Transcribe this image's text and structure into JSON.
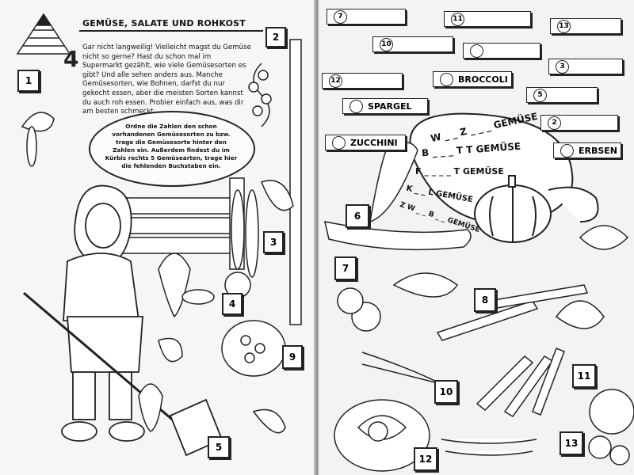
{
  "left": {
    "title": "GEMÜSE, SALATE UND ROHKOST",
    "section_number": "4",
    "intro": "Gar nicht langweilig! Vielleicht magst du Gemüse nicht so gerne? Hast du schon mal im Supermarkt gezählt, wie viele Gemüsesorten es gibt? Und alle sehen anders aus. Manche Gemüsesorten, wie Bohnen, darfst du nur gekocht essen, aber die meisten Sorten kannst du auch roh essen. Probier einfach aus, was dir am besten schmeckt.",
    "bubble": "Ordne die Zahlen den schon vorhandenen Gemüsesorten zu bzw. trage die Gemüsesorte hinter den Zahlen ein. Außerdem findest du im Kürbis rechts 5 Gemüsearten, trage hier die fehlenden Buchstaben ein.",
    "markers": [
      "1",
      "2",
      "3",
      "4",
      "5",
      "9"
    ]
  },
  "right": {
    "answer_boxes": [
      {
        "num": "7",
        "text": ""
      },
      {
        "num": "11",
        "text": ""
      },
      {
        "num": "13",
        "text": ""
      },
      {
        "num": "10",
        "text": ""
      },
      {
        "num": "",
        "text": ""
      },
      {
        "num": "3",
        "text": ""
      },
      {
        "num": "12",
        "text": ""
      },
      {
        "num": "",
        "text": "BROCCOLI"
      },
      {
        "num": "5",
        "text": ""
      },
      {
        "num": "",
        "text": "SPARGEL"
      },
      {
        "num": "2",
        "text": ""
      },
      {
        "num": "",
        "text": "ZUCCHINI"
      },
      {
        "num": "",
        "text": "ERBSEN"
      }
    ],
    "pumpkin_words": [
      "W _ _ Z _ _ _ GEMÜSE",
      "B _ _ _ T T GEMÜSE",
      "F _ _ _ _ T GEMÜSE",
      "K _ _ L GEMÜSE",
      "Z W _ _ B _ _ GEMÜSE"
    ],
    "markers": [
      "6",
      "7",
      "8",
      "10",
      "11",
      "12",
      "13"
    ]
  }
}
